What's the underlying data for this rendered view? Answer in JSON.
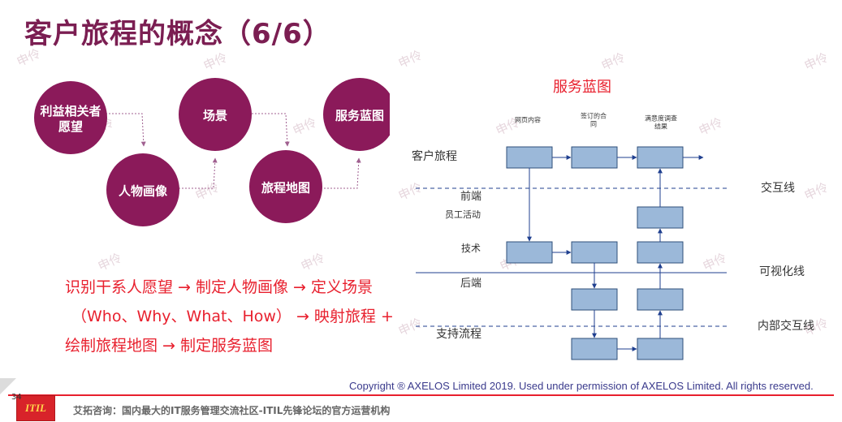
{
  "slide": {
    "title": "客户旅程的概念（6/6）",
    "page_number": "34",
    "copyright": "Copyright ® AXELOS Limited 2019. Used under permission of AXELOS Limited. All rights reserved.",
    "footer_text": "艾拓咨询：国内最大的IT服务管理交流社区-ITIL先锋论坛的官方运营机构",
    "footer_logo": "ITIL",
    "watermark": "申伶"
  },
  "journey": {
    "circles": [
      "利益相关者\n愿望",
      "人物画像",
      "场景",
      "旅程地图",
      "服务蓝图"
    ]
  },
  "summary": {
    "lines": [
      "识别干系人愿望 → 制定人物画像 → 定义场景",
      "（Who、Why、What、How） → 映射旅程 +",
      "绘制旅程地图 → 制定服务蓝图"
    ]
  },
  "blueprint": {
    "title": "服务蓝图",
    "column_labels": [
      "网页内容",
      "签订的合\n同",
      "满意度调查\n结果"
    ],
    "lane_labels": [
      "客户旅程",
      "前端",
      "员工活动",
      "技术",
      "后端",
      "支持流程"
    ],
    "line_labels": [
      "交互线",
      "可视化线",
      "内部交互线"
    ]
  },
  "colors": {
    "title": "#7b1e52",
    "circle": "#8b1a5a",
    "summary_text": "#e8202e",
    "blueprint_title": "#e8202e",
    "box_fill": "#9bb8d9",
    "box_stroke": "#2f4f7a",
    "arrow": "#1f3f8f"
  }
}
